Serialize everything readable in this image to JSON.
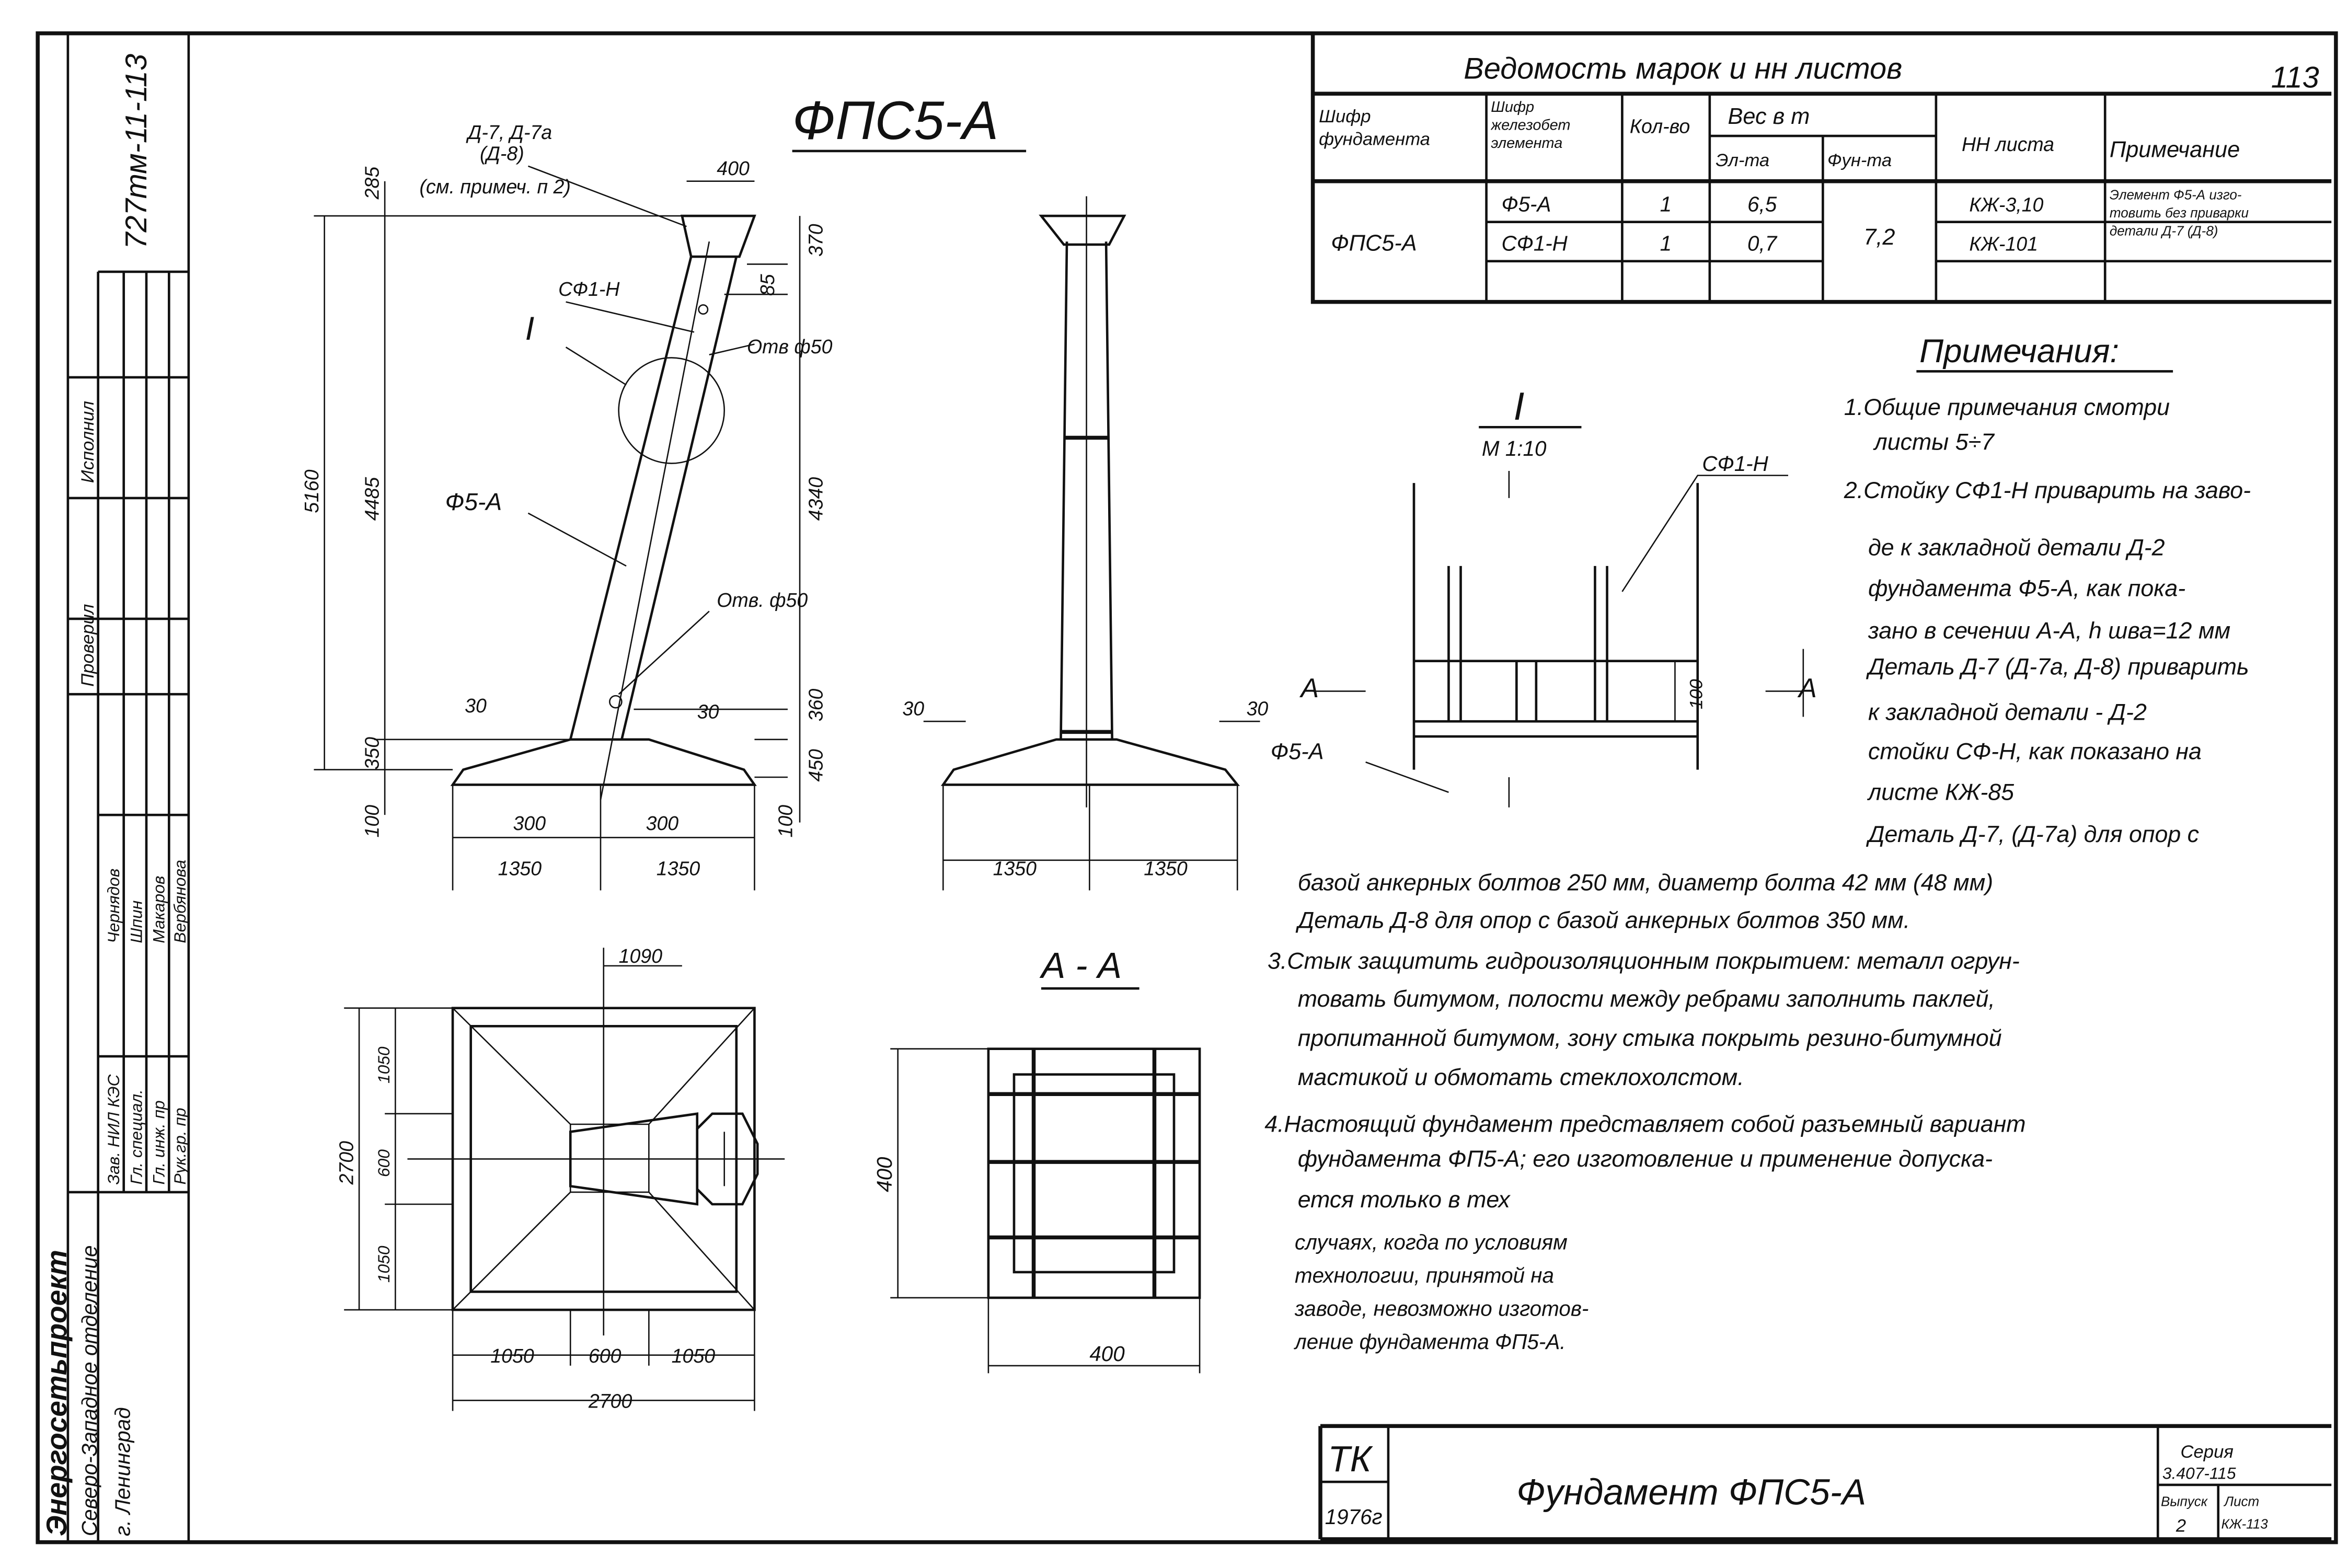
{
  "sheet_number": "113",
  "drawing_title": "ФПС5-А",
  "stamp": {
    "doc_code": "727тм-11-113",
    "organization": "Энергосетьпроект",
    "department": "Северо-Западное отделение",
    "city": "г. Ленинград",
    "roles": [
      "Зав. НИЛ КЭС",
      "Гл. специал.",
      "Гл. инж. пр",
      "Рук.гр. пр"
    ],
    "names": [
      "Чернядов",
      "Шпин",
      "Макаров",
      "Вербянова"
    ],
    "checked_label": "Проверил",
    "executed_label": "Исполнил"
  },
  "schedule": {
    "title": "Ведомость марок и нн листов",
    "headers": {
      "foundation_code": "Шифр фундамента",
      "element_code": "Шифр железобет элемента",
      "quantity": "Кол-во",
      "weight": "Вес в т",
      "weight_element": "Эл-та",
      "weight_foundation": "Фун-та",
      "sheet_no": "НН листа",
      "note": "Примечание"
    },
    "foundation": "ФПС5-А",
    "foundation_weight": "7,2",
    "rows": [
      {
        "element": "Ф5-А",
        "qty": "1",
        "weight": "6,5",
        "sheet": "КЖ-3,10"
      },
      {
        "element": "СФ1-Н",
        "qty": "1",
        "weight": "0,7",
        "sheet": "КЖ-101"
      }
    ],
    "note_lines": [
      "Элемент Ф5-А изго-",
      "товить без приварки",
      "детали Д-7 (Д-8)"
    ]
  },
  "elevation": {
    "labels": {
      "detail_ref": "Д-7, Д-7а",
      "detail_alt": "(Д-8)",
      "see_note": "(см. примеч. п 2)",
      "column": "СФ1-Н",
      "section_mark": "I",
      "hole_top": "Отв ф50",
      "foundation": "Ф5-А",
      "hole_bottom": "Отв. ф50"
    },
    "dims": {
      "top_width": "400",
      "total_height": "5160",
      "h_4485": "4485",
      "h_285": "285",
      "h_350": "350",
      "h_100_left": "100",
      "h_370": "370",
      "h_85": "85",
      "h_4340": "4340",
      "h_360": "360",
      "h_450": "450",
      "h_100_right": "100",
      "off_30_left": "30",
      "off_30_right": "30",
      "half_300_left": "300",
      "half_300_right": "300",
      "base_1350_left": "1350",
      "base_1350_right": "1350"
    }
  },
  "front": {
    "dims": {
      "off_30_left": "30",
      "off_30_right": "30",
      "base_1350_left": "1350",
      "base_1350_right": "1350"
    }
  },
  "plan": {
    "dims": {
      "top": "1090",
      "overall_v": "2700",
      "v_1050_top": "1050",
      "v_600": "600",
      "v_1050_bottom": "1050",
      "h_1050_left": "1050",
      "h_600": "600",
      "h_1050_right": "1050",
      "overall_h": "2700"
    }
  },
  "section_aa": {
    "title": "А - А",
    "dim_height": "400",
    "dim_width": "400"
  },
  "detail_i": {
    "title": "I",
    "scale": "М 1:10",
    "column": "СФ1-Н",
    "cut_left": "А",
    "cut_right": "А",
    "dim": "100",
    "foundation": "Ф5-А"
  },
  "notes": {
    "title": "Примечания:",
    "lines_right": [
      "1.Общие примечания смотри",
      "листы 5÷7",
      "2.Стойку СФ1-Н приварить на заво-",
      "де к закладной детали Д-2",
      "фундамента Ф5-А, как пока-",
      "зано в сечении А-А, h шва=12 мм",
      "Деталь Д-7 (Д-7а, Д-8) приварить",
      "к закладной детали - Д-2",
      "стойки СФ-Н, как показано на",
      "листе КЖ-85",
      "Деталь Д-7, (Д-7а) для опор с"
    ],
    "lines_wide": [
      "базой анкерных болтов 250 мм, диаметр болта 42 мм (48 мм)",
      "Деталь Д-8 для опор с базой анкерных болтов 350 мм.",
      "3.Стык защитить гидроизоляционным покрытием: металл огрун-",
      "товать битумом, полости между ребрами заполнить паклей,",
      "пропитанной битумом, зону стыка покрыть резино-битумной",
      "мастикой и обмотать стеклохолстом.",
      "4.Настоящий фундамент представляет собой разъемный вариант",
      "фундамента ФП5-А; его изготовление и применение допуска-",
      "ется только в тех"
    ],
    "lines_narrow": [
      "случаях, когда по условиям",
      "технологии, принятой на",
      "заводе, невозможно изготов-",
      "ление фундамента ФП5-А."
    ]
  },
  "title_block": {
    "code": "ТК",
    "year": "1976г",
    "name": "Фундамент ФПС5-А",
    "series_label": "Серия",
    "series": "3.407-115",
    "issue_label": "Выпуск",
    "issue": "2",
    "sheet_label": "Лист",
    "sheet": "КЖ-113"
  }
}
